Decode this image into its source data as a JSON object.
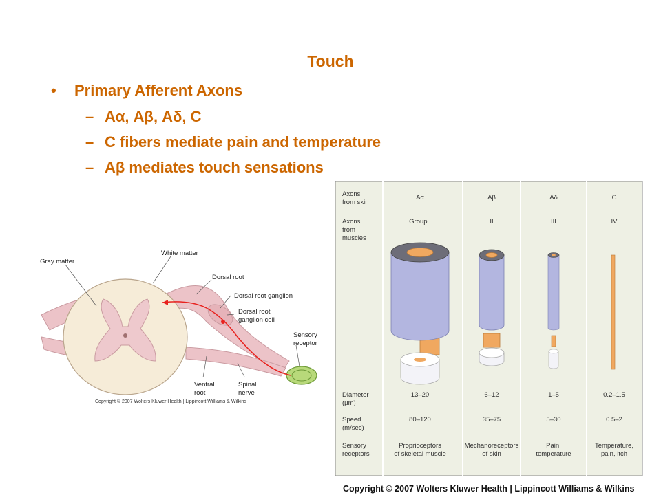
{
  "slide": {
    "title": "Touch",
    "bullet": "Primary Afferent Axons",
    "sub_bullets": [
      "Aα, Aβ, Aδ, C",
      "C fibers mediate pain and temperature",
      "Aβ mediates touch sensations"
    ]
  },
  "spinal_figure": {
    "labels": {
      "gray_matter": "Gray matter",
      "white_matter": "White matter",
      "dorsal_root": "Dorsal root",
      "dorsal_root_ganglion": "Dorsal root ganglion",
      "ganglion_cell_1": "Dorsal root",
      "ganglion_cell_2": "ganglion cell",
      "sensory_1": "Sensory",
      "sensory_2": "receptor",
      "ventral_1": "Ventral",
      "ventral_2": "root",
      "spinal_1": "Spinal",
      "spinal_2": "nerve"
    },
    "copyright": "Copyright © 2007 Wolters Kluwer Health | Lippincott Williams & Wilkins"
  },
  "axon_table": {
    "row_labels": {
      "skin_1": "Axons",
      "skin_2": "from skin",
      "muscle_1": "Axons",
      "muscle_2": "from",
      "muscle_3": "muscles",
      "diam_1": "Diameter",
      "diam_2": "(μm)",
      "speed_1": "Speed",
      "speed_2": "(m/sec)",
      "rec_1": "Sensory",
      "rec_2": "receptors"
    },
    "columns": [
      {
        "skin": "Aα",
        "muscle": "Group I",
        "diameter": "13–20",
        "speed": "80–120",
        "receptor_1": "Proprioceptors",
        "receptor_2": "of skeletal muscle"
      },
      {
        "skin": "Aβ",
        "muscle": "II",
        "diameter": "6–12",
        "speed": "35–75",
        "receptor_1": "Mechanoreceptors",
        "receptor_2": "of skin"
      },
      {
        "skin": "Aδ",
        "muscle": "III",
        "diameter": "1–5",
        "speed": "5–30",
        "receptor_1": "Pain,",
        "receptor_2": "temperature"
      },
      {
        "skin": "C",
        "muscle": "IV",
        "diameter": "0.2–1.5",
        "speed": "0.5–2",
        "receptor_1": "Temperature,",
        "receptor_2": "pain, itch"
      }
    ],
    "copyright": "Copyright © 2007 Wolters Kluwer Health | Lippincott Williams & Wilkins"
  },
  "colors": {
    "title": "#cc6600",
    "table_bg": "#eef0e4",
    "myelin": "#b3b6e0",
    "axon": "#f0a860",
    "nerve_pink": "#ecc3c8",
    "fiber_red": "#e8221e"
  }
}
